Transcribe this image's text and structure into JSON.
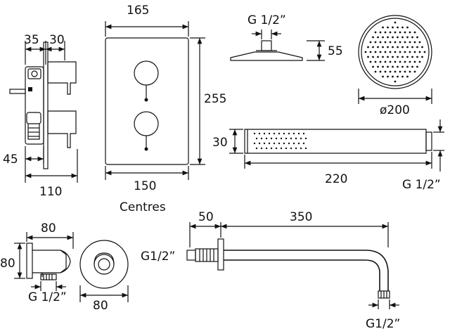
{
  "valve": {
    "depth_front": "35",
    "depth_back": "30",
    "depth_min": "45",
    "depth_total": "110"
  },
  "plate": {
    "width": "165",
    "height": "255",
    "centres": "150",
    "centres_label": "Centres"
  },
  "shower_head": {
    "thread": "G 1/2”",
    "height": "55",
    "diameter": "ø200"
  },
  "handset": {
    "height": "30",
    "length": "220",
    "thread": "G 1/2”"
  },
  "wall_outlet": {
    "width": "80",
    "height": "80",
    "thread": "G 1/2”",
    "face": "80"
  },
  "arm": {
    "thread_left": "G1/2”",
    "flange": "50",
    "length": "350",
    "thread_bottom": "G1/2”"
  }
}
